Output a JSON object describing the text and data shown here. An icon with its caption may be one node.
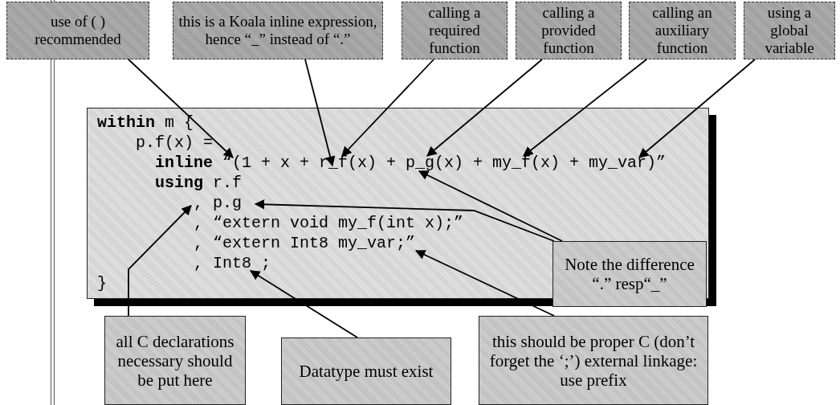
{
  "diagram": {
    "nodes": [
      {
        "text": [
          "use of ( ) recommended"
        ]
      },
      {
        "text": [
          "this is a Koala inline expression, hence “_” instead of “.”"
        ]
      },
      {
        "text": [
          "calling a required function"
        ]
      },
      {
        "text": [
          "calling a provided function"
        ]
      },
      {
        "text": [
          "calling an auxiliary function"
        ]
      },
      {
        "text": [
          "using a global variable"
        ]
      },
      {
        "text": [
          "**within** m {",
          "p.f(x) =",
          "**inline** “(1 + x + r_f(x) + p_g(x) + my_f(x) + my_var)”",
          "**using** r.f",
          ", p.g",
          ", “extern void my_f(int x);”",
          ", “extern Int8 my_var;”",
          ", Int8 ;",
          "}"
        ]
      },
      {
        "text": [
          "Note the difference “.” resp“_”"
        ]
      },
      {
        "text": [
          "all C declarations necessary should be put here"
        ]
      },
      {
        "text": [
          "Datatype must exist"
        ]
      },
      {
        "text": [
          "this should be proper C (don’t forget the ‘;’) external linkage: use prefix"
        ]
      }
    ],
    "edges": [
      {
        "from": 0,
        "to": 6,
        "arrow": "to"
      },
      {
        "from": 1,
        "to": 6,
        "arrow": "to"
      },
      {
        "from": 2,
        "to": 6,
        "arrow": "to"
      },
      {
        "from": 3,
        "to": 6,
        "arrow": "to"
      },
      {
        "from": 4,
        "to": 6,
        "arrow": "to"
      },
      {
        "from": 5,
        "to": 6,
        "arrow": "to"
      },
      {
        "from": 7,
        "to": 6,
        "arrow": "to"
      },
      {
        "from": 7,
        "to": 6,
        "arrow": "to"
      },
      {
        "from": 8,
        "to": 6,
        "arrow": "to"
      },
      {
        "from": 9,
        "to": 6,
        "arrow": "to"
      },
      {
        "from": 10,
        "to": 6,
        "arrow": "to"
      }
    ]
  }
}
